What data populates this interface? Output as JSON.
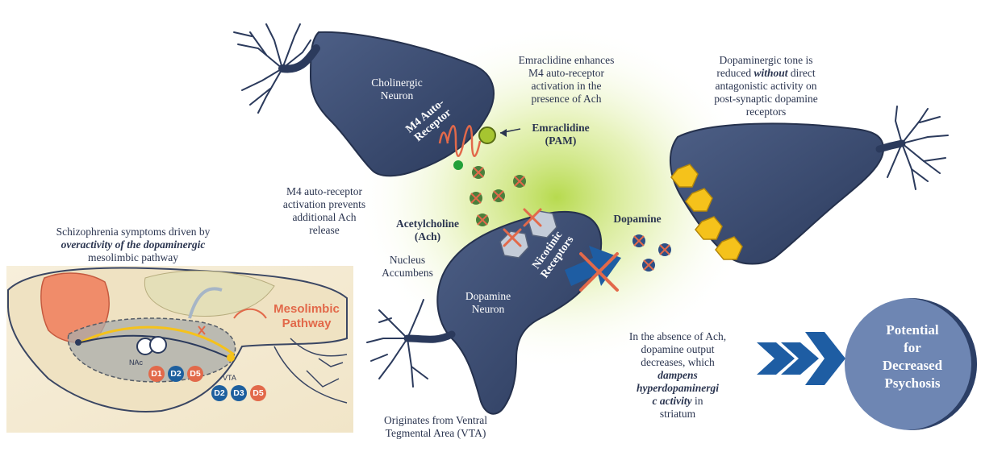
{
  "cholinergic_neuron": {
    "label": "Cholinergic\nNeuron"
  },
  "m4_receptor": {
    "label": "M4 Auto-\nReceptor"
  },
  "emraclidine": {
    "label": "Emraclidine\n(PAM)"
  },
  "emraclidine_note": {
    "label": "Emraclidine enhances\nM4 auto-receptor\nactivation in the\npresence of Ach"
  },
  "dopaminergic_tone_note": {
    "pre": "Dopaminergic tone is\nreduced ",
    "emph": "without",
    "post": " direct\nantagonistic activity on\npost-synaptic dopamine\nreceptors"
  },
  "m4_prevents_note": {
    "label": "M4 auto-receptor\nactivation prevents\nadditional Ach\nrelease"
  },
  "acetylcholine": {
    "label": "Acetylcholine\n(Ach)"
  },
  "nucleus_accumbens": {
    "label": "Nucleus\nAccumbens"
  },
  "dopamine_neuron": {
    "label": "Dopamine\nNeuron"
  },
  "nicotinic_receptors": {
    "label": "Nicotinic\nReceptors"
  },
  "dopamine": {
    "label": "Dopamine"
  },
  "absence_note": {
    "pre": "In the absence of Ach,\ndopamine output\ndecreases, which\n",
    "emph": "dampens\nhyperdopaminergi\nc activity",
    "post": " in\nstriatum"
  },
  "vta_note": {
    "label": "Originates from Ventral\nTegmental Area (VTA)"
  },
  "schizophrenia_note": {
    "pre": "Schizophrenia symptoms driven by\n",
    "emph": "overactivity of the dopaminergic",
    "post": "\nmesolimbic pathway"
  },
  "brain_inset": {
    "pathway_label": "Mesolimbic\nPathway",
    "nac_label": "NAc",
    "vta_label": "VTA",
    "nac_receptors": [
      "D1",
      "D2",
      "D5"
    ],
    "vta_receptors": [
      "D2",
      "D3",
      "D5"
    ]
  },
  "outcome": {
    "label": "Potential\nfor\nDecreased\nPsychosis"
  },
  "colors": {
    "neuron": "#3d4f75",
    "neuron_dark": "#2c3a5c",
    "glow": "#b7da4a",
    "dopamine_receptor": "#f5c21b",
    "inhibit": "#e2694a",
    "d1_badge": "#e2694a",
    "d2_badge": "#1d5f9e",
    "arrow": "#1e5da3",
    "outcome": "#6e86b3"
  }
}
